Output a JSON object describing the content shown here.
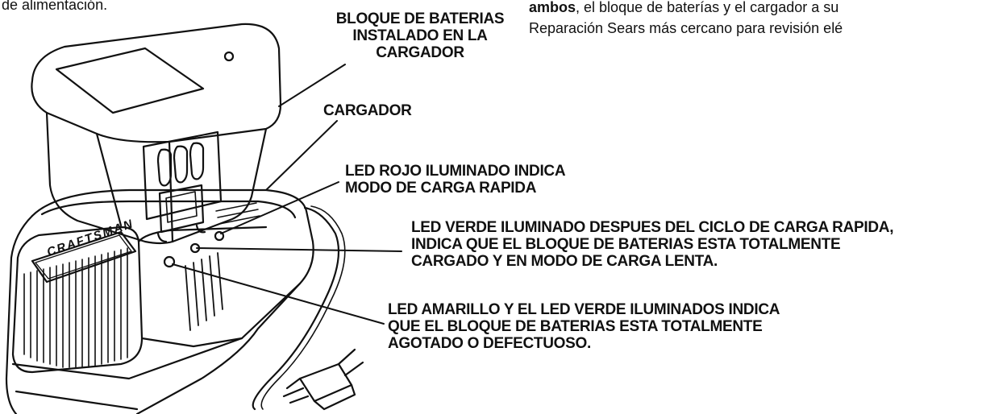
{
  "page_text": {
    "left_snippet": "de alimentación.",
    "right_snippet": {
      "line1_bold": "ambos",
      "line1_rest": ", el bloque de baterías y el cargador a su",
      "line2": "Reparación Sears más cercano para revisión elé"
    }
  },
  "labels": {
    "battery_pack": [
      "BLOQUE DE BATERIAS",
      "INSTALADO EN LA",
      "CARGADOR"
    ],
    "charger": "CARGADOR",
    "red_led": [
      "LED ROJO ILUMINADO INDICA",
      "MODO DE CARGA RAPIDA"
    ],
    "green_led": [
      "LED VERDE ILUMINADO DESPUES DEL CICLO DE CARGA RAPIDA,",
      "INDICA QUE EL BLOQUE DE BATERIAS ESTA TOTALMENTE",
      "CARGADO Y EN MODO DE CARGA LENTA."
    ],
    "yellow_green_led": [
      "LED AMARILLO Y EL LED VERDE ILUMINADOS INDICA",
      "QUE EL BLOQUE DE BATERIAS ESTA TOTALMENTE",
      "AGOTADO O DEFECTUOSO."
    ]
  },
  "brand_text": "CRAFTSMAN"
}
